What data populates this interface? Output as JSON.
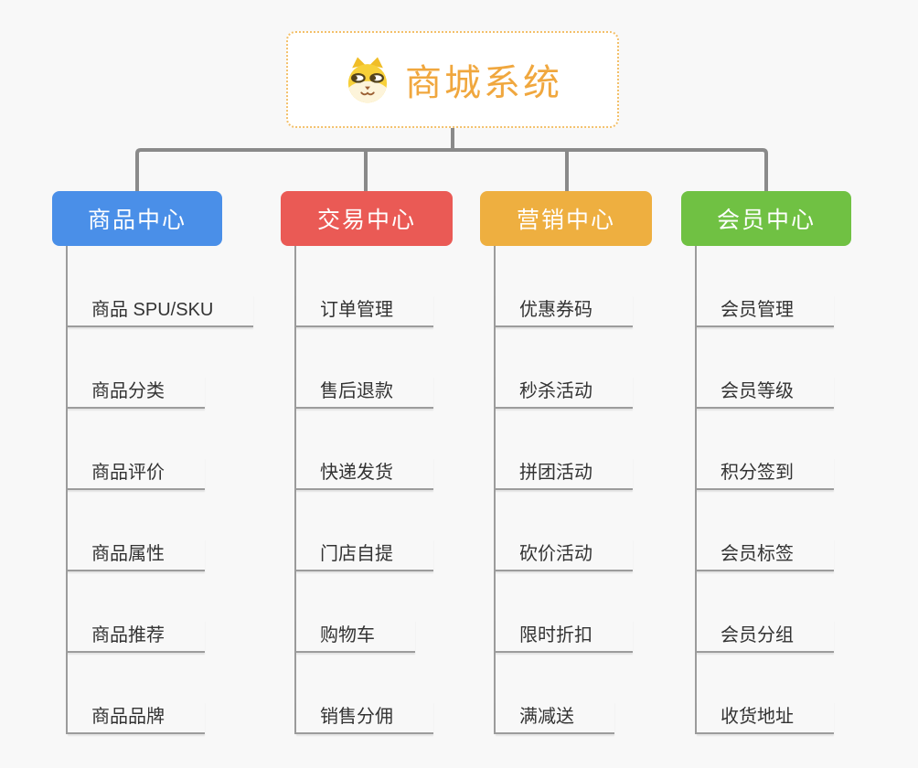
{
  "diagram": {
    "root": {
      "title": "商城系统",
      "icon": "dog-mascot-icon"
    },
    "branches": [
      {
        "label": "商品中心",
        "color": "#4a8fe8",
        "items": [
          "商品 SPU/SKU",
          "商品分类",
          "商品评价",
          "商品属性",
          "商品推荐",
          "商品品牌"
        ]
      },
      {
        "label": "交易中心",
        "color": "#ea5a55",
        "items": [
          "订单管理",
          "售后退款",
          "快递发货",
          "门店自提",
          "购物车",
          "销售分佣"
        ]
      },
      {
        "label": "营销中心",
        "color": "#eeaf40",
        "items": [
          "优惠券码",
          "秒杀活动",
          "拼团活动",
          "砍价活动",
          "限时折扣",
          "满减送"
        ]
      },
      {
        "label": "会员中心",
        "color": "#70c143",
        "items": [
          "会员管理",
          "会员等级",
          "积分签到",
          "会员标签",
          "会员分组",
          "收货地址"
        ]
      }
    ],
    "colors": {
      "background": "#f8f8f8",
      "connector": "#8a8a8a",
      "leaf_line": "#9c9c9c",
      "leaf_text": "#333333",
      "root_title": "#f0a73e",
      "root_border": "#f3c06a",
      "header_text": "#ffffff"
    }
  }
}
